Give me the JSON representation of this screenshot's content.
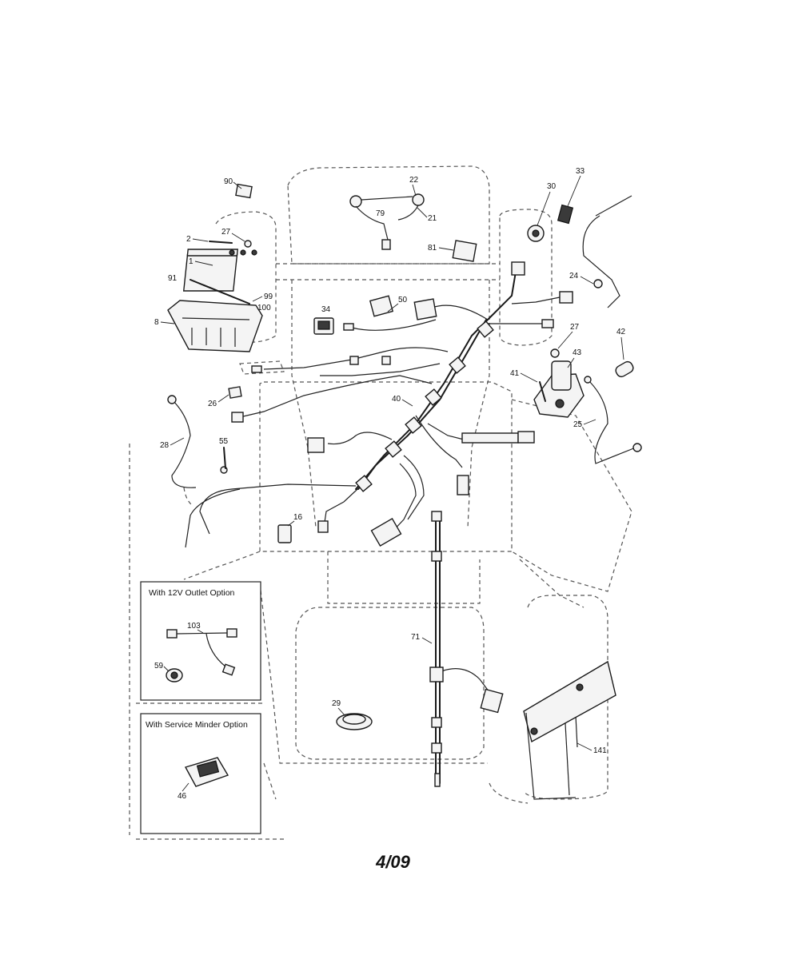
{
  "footer": {
    "date_code": "4/09"
  },
  "options": [
    {
      "title": "With 12V Outlet Option"
    },
    {
      "title": "With Service Minder Option"
    }
  ],
  "callouts": [
    {
      "id": "90"
    },
    {
      "id": "22"
    },
    {
      "id": "33"
    },
    {
      "id": "30"
    },
    {
      "id": "79"
    },
    {
      "id": "21"
    },
    {
      "id": "2"
    },
    {
      "id": "27"
    },
    {
      "id": "81"
    },
    {
      "id": "1"
    },
    {
      "id": "91"
    },
    {
      "id": "99"
    },
    {
      "id": "100"
    },
    {
      "id": "8"
    },
    {
      "id": "34"
    },
    {
      "id": "50"
    },
    {
      "id": "24"
    },
    {
      "id": "27"
    },
    {
      "id": "42"
    },
    {
      "id": "43"
    },
    {
      "id": "41"
    },
    {
      "id": "26"
    },
    {
      "id": "40"
    },
    {
      "id": "25"
    },
    {
      "id": "28"
    },
    {
      "id": "55"
    },
    {
      "id": "16"
    },
    {
      "id": "103"
    },
    {
      "id": "59"
    },
    {
      "id": "71"
    },
    {
      "id": "29"
    },
    {
      "id": "141"
    },
    {
      "id": "46"
    }
  ]
}
